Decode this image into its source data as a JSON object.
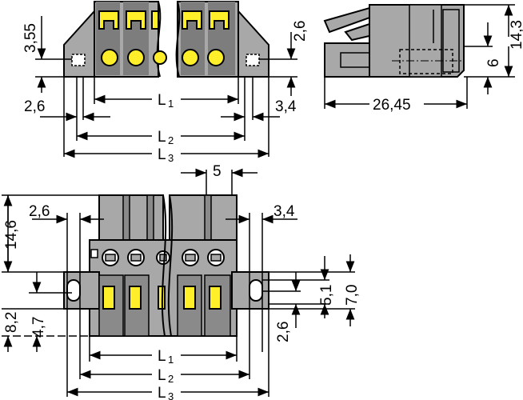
{
  "front_top": {
    "dim_3_55": "3,55",
    "dim_2_6_top_right": "2,6",
    "dim_2_6_left": "2,6",
    "dim_3_4_right": "3,4",
    "L1": {
      "main": "L",
      "sub": "1"
    },
    "L2": {
      "main": "L",
      "sub": "2"
    },
    "L3": {
      "main": "L",
      "sub": "3"
    }
  },
  "side_view": {
    "dim_14_3": "14,3",
    "dim_6": "6",
    "dim_26_45": "26,45"
  },
  "bottom_view": {
    "dim_5": "5",
    "dim_2_6_left": "2,6",
    "dim_3_4_right": "3,4",
    "dim_14_6": "14,6",
    "dim_8_2": "8,2",
    "dim_4_7": "4,7",
    "dim_5_1": "5,1",
    "dim_7_0": "7,0",
    "dim_2_6_right": "2,6",
    "L1": {
      "main": "L",
      "sub": "1"
    },
    "L2": {
      "main": "L",
      "sub": "2"
    },
    "L3": {
      "main": "L",
      "sub": "3"
    }
  },
  "colors": {
    "housing": "#a8a8a8",
    "housing_dark": "#7d7d7d",
    "contact_yellow": "#ffef2a",
    "line": "#000000"
  }
}
